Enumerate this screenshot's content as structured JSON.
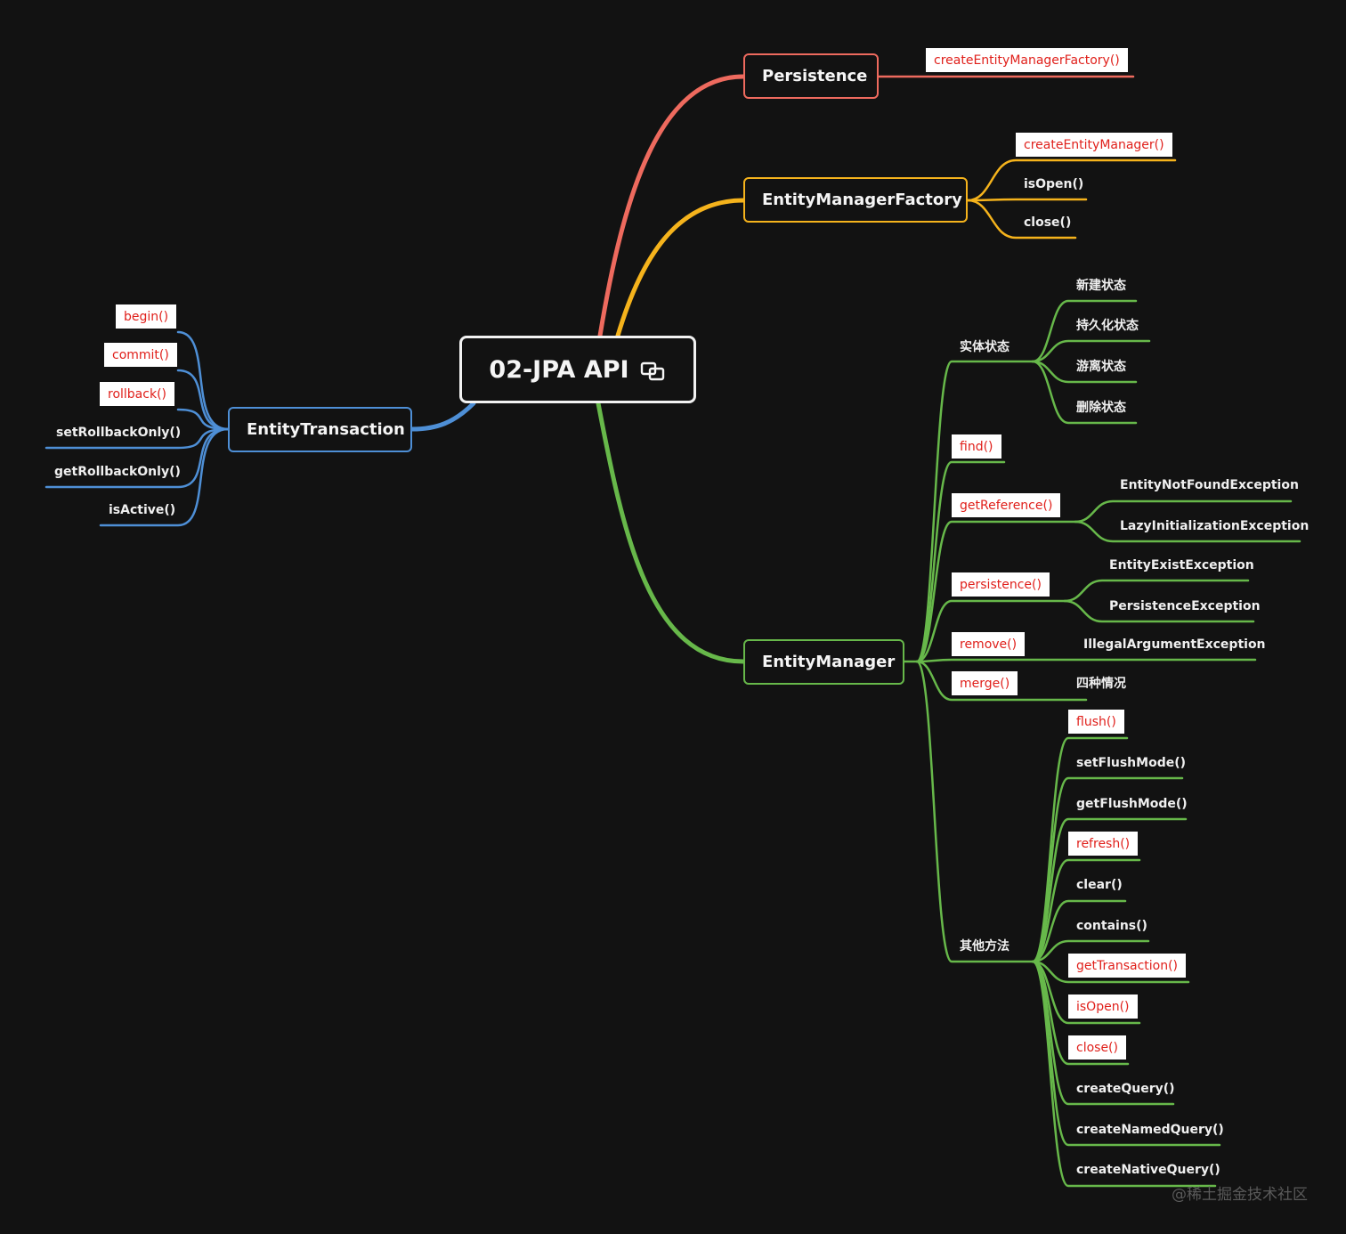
{
  "root": {
    "title": "02-JPA API",
    "icon": "copy-link-icon"
  },
  "colors": {
    "persistence": "#ee6a5e",
    "factory": "#f5b31c",
    "manager": "#67b84a",
    "transaction": "#4e8fd6",
    "pill_text": "#e0201b"
  },
  "persistence": {
    "label": "Persistence",
    "methods": [
      "createEntityManagerFactory()"
    ]
  },
  "factory": {
    "label": "EntityManagerFactory",
    "methods": [
      "createEntityManager()",
      "isOpen()",
      "close()"
    ]
  },
  "transaction": {
    "label": "EntityTransaction",
    "methods": [
      "begin()",
      "commit()",
      "rollback()",
      "setRollbackOnly()",
      "getRollbackOnly()",
      "isActive()"
    ]
  },
  "manager": {
    "label": "EntityManager",
    "entity_states": {
      "label": "实体状态",
      "items": [
        "新建状态",
        "持久化状态",
        "游离状态",
        "删除状态"
      ]
    },
    "find": "find()",
    "get_reference": {
      "label": "getReference()",
      "items": [
        "EntityNotFoundException",
        "LazyInitializationException"
      ]
    },
    "persistence": {
      "label": "persistence()",
      "items": [
        "EntityExistException",
        "PersistenceException"
      ]
    },
    "remove": {
      "label": "remove()",
      "items": [
        "IllegalArgumentException"
      ]
    },
    "merge": {
      "label": "merge()",
      "items": [
        "四种情况"
      ]
    },
    "other": {
      "label": "其他方法",
      "items": [
        "flush()",
        "setFlushMode()",
        "getFlushMode()",
        "refresh()",
        "clear()",
        "contains()",
        "getTransaction()",
        "isOpen()",
        "close()",
        "createQuery()",
        "createNamedQuery()",
        "createNativeQuery()"
      ]
    }
  },
  "watermark": "@稀土掘金技术社区"
}
